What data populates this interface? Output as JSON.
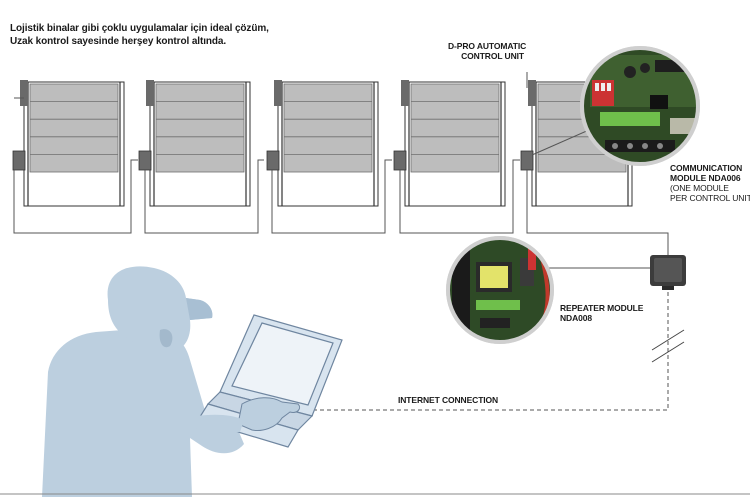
{
  "intro": {
    "line1": "Lojistik binalar gibi çoklu uygulamalar için ideal çözüm,",
    "line2": "Uzak kontrol sayesinde herşey kontrol altında."
  },
  "labels": {
    "dpro": {
      "line1": "D-PRO AUTOMATIC",
      "line2": "CONTROL UNIT"
    },
    "comm": {
      "line1": "COMMUNICATION",
      "line2": "MODULE NDA006",
      "line3": "(ONE MODULE",
      "line4": "PER CONTROL UNIT)"
    },
    "repeater": {
      "line1": "REPEATER MODULE",
      "line2": "NDA008"
    },
    "internet": "INTERNET CONNECTION"
  },
  "colors": {
    "door_panel": "#bdbdbd",
    "door_line": "#6e6e6e",
    "control_box": "#6a6a6a",
    "person": "#bccfdf",
    "person_dark": "#9fb6ca",
    "wire": "#555555",
    "pcb_green": "#3a5a2c",
    "repeater_box": "#3c3c3c"
  },
  "icons": [
    "control-unit-box",
    "communication-pcb-photo",
    "repeater-pcb-photo",
    "repeater-box",
    "wireless-break-mark",
    "person-with-laptop"
  ]
}
